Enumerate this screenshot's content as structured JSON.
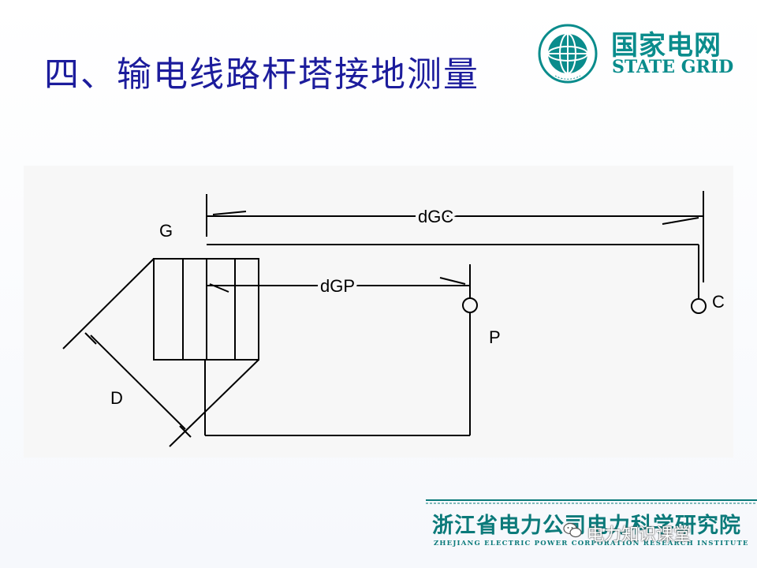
{
  "slide": {
    "title": "四、输电线路杆塔接地测量"
  },
  "logo": {
    "chinese": "国家电网",
    "english": "STATE GRID",
    "icon": "state-grid-globe-emblem",
    "color": "#0a8c8c"
  },
  "diagram": {
    "labels": {
      "tower": "G",
      "current_electrode": "C",
      "potential_electrode": "P",
      "tower_width": "D",
      "distance_gc": "dGC",
      "distance_gp": "dGP"
    },
    "line_color": "#000000"
  },
  "footer": {
    "chinese": "浙江省电力公司电力科学研究院",
    "english": "ZHEJIANG ELECTRIC POWER CORPORATION RESEARCH INSTITUTE",
    "color": "#0b7a7a"
  },
  "watermark": {
    "text": "电力知识课堂",
    "icon": "wechat-icon"
  }
}
